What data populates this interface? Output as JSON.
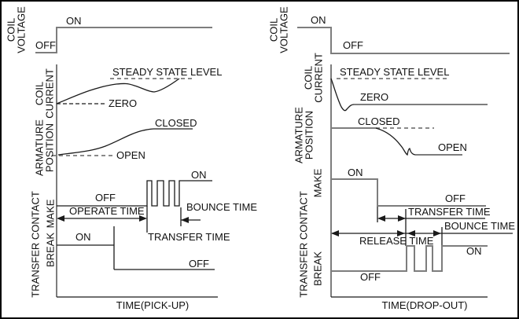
{
  "colors": {
    "ink": "#1a1a1a",
    "signal_gray": "#7d7d7d",
    "background": "#ffffff",
    "border": "#000000"
  },
  "left": {
    "time_axis_label": "TIME(PICK-UP)",
    "coil_voltage": {
      "label": [
        "COIL",
        "VOLTAGE"
      ],
      "on": "ON",
      "off": "OFF"
    },
    "coil_current": {
      "label": [
        "COIL",
        "CURRENT"
      ],
      "steady_state": "STEADY STATE LEVEL",
      "zero": "ZERO"
    },
    "armature": {
      "label": [
        "ARMATURE",
        "POSITION"
      ],
      "closed": "CLOSED",
      "open": "OPEN"
    },
    "transfer": {
      "group_label": "TRANSFER CONTACT",
      "make_label": "MAKE",
      "break_label": "BREAK",
      "make_on": "ON",
      "make_off": "OFF",
      "break_on": "ON",
      "break_off": "OFF",
      "operate_time": "OPERATE TIME",
      "transfer_time": "TRANSFER TIME",
      "bounce_time": "BOUNCE TIME"
    }
  },
  "right": {
    "time_axis_label": "TIME(DROP-OUT)",
    "coil_voltage": {
      "label": [
        "COIL",
        "VOLTAGE"
      ],
      "on": "ON",
      "off": "OFF"
    },
    "coil_current": {
      "label": [
        "COIL",
        "CURRENT"
      ],
      "steady_state": "STEADY STATE LEVEL",
      "zero": "ZERO"
    },
    "armature": {
      "label": [
        "ARMATURE",
        "POSITION"
      ],
      "closed": "CLOSED",
      "open": "OPEN"
    },
    "transfer": {
      "group_label": "TRANSFER CONTACT",
      "make_label": "MAKE",
      "break_label": "BREAK",
      "make_on": "ON",
      "make_off": "OFF",
      "break_on": "ON",
      "break_off": "OFF",
      "release_time": "RELEASE TIME",
      "transfer_time": "TRANSFER TIME",
      "bounce_time": "BOUNCE TIME"
    }
  }
}
